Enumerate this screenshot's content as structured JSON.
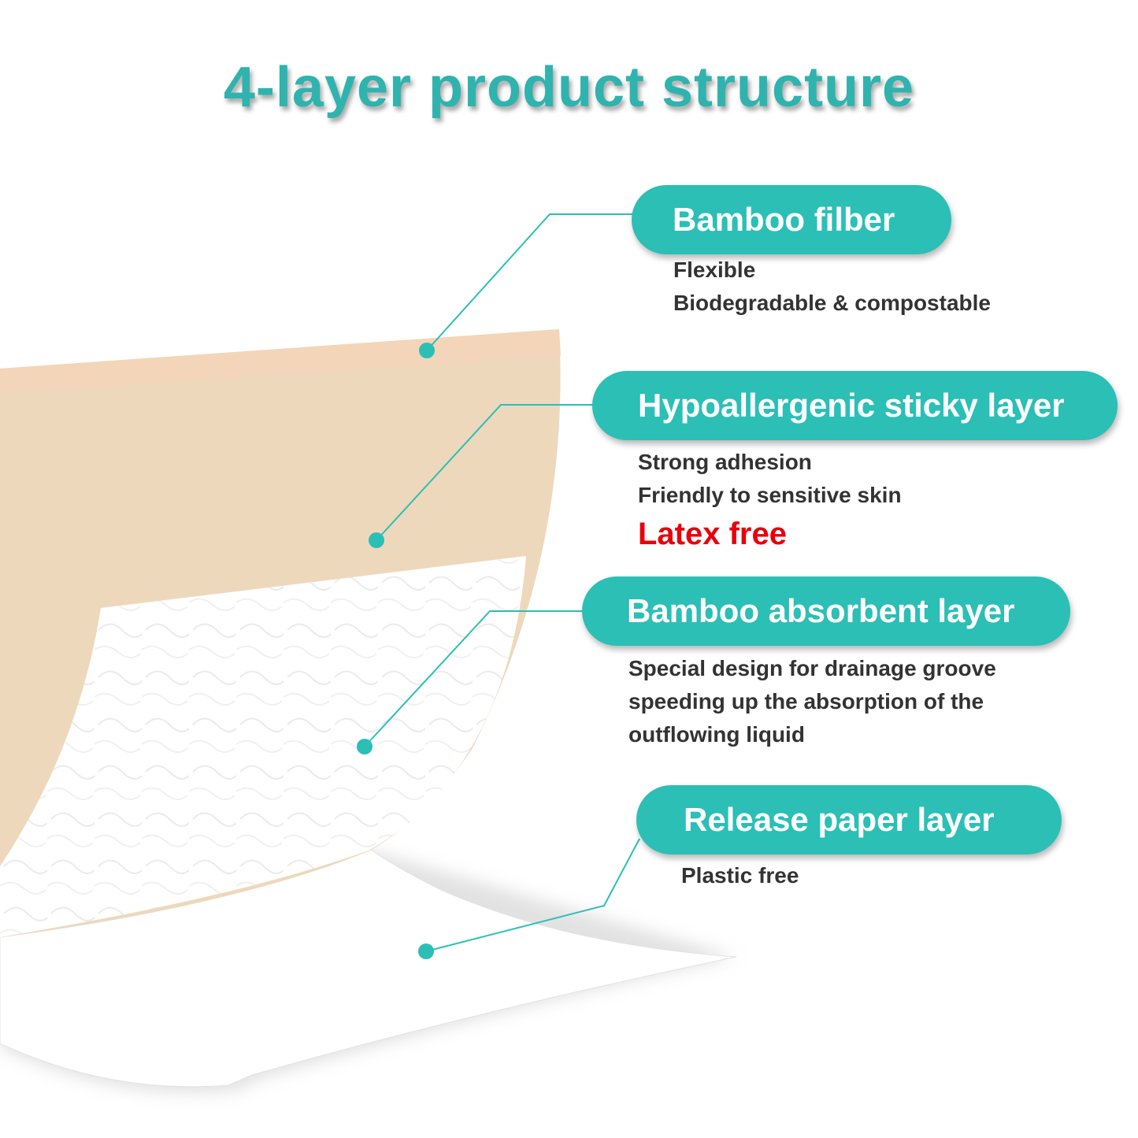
{
  "title": "4-layer product structure",
  "colors": {
    "accent": "#2bbfb6",
    "title": "#2fb3ae",
    "warning": "#e8000b",
    "bamboo_layer": "#eed8bc",
    "top_edge": "#f3d5b9",
    "text": "#333333"
  },
  "layers": [
    {
      "label": "Bamboo filber",
      "lines": [
        "Flexible",
        "Biodegradable & compostable"
      ]
    },
    {
      "label": "Hypoallergenic sticky layer",
      "lines": [
        "Strong adhesion",
        "Friendly to sensitive skin"
      ],
      "warning": "Latex free"
    },
    {
      "label": "Bamboo absorbent layer",
      "lines": [
        "Special design for drainage groove",
        "speeding up the absorption of the",
        "outflowing liquid"
      ]
    },
    {
      "label": "Release paper layer",
      "lines": [
        "Plastic free"
      ]
    }
  ]
}
